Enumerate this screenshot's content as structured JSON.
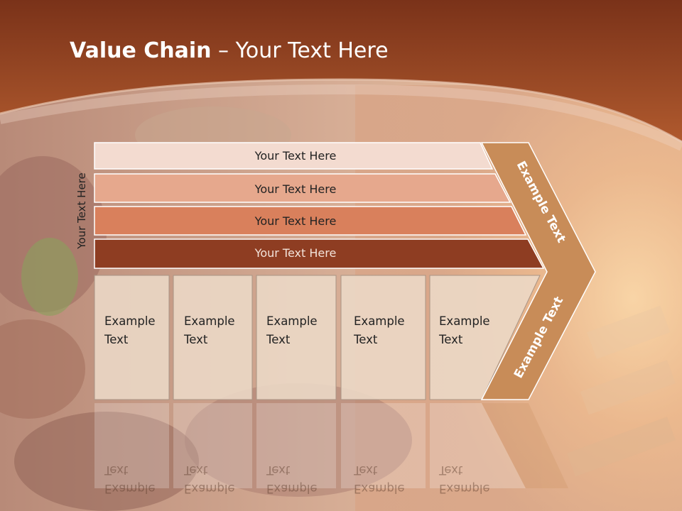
{
  "title": {
    "bold": "Value Chain",
    "rest": " – Your Text Here"
  },
  "side_label": "Your Text Here",
  "bars": [
    {
      "label": "Your Text Here",
      "fill": "#f3dbd0",
      "text_color": "#222222"
    },
    {
      "label": "Your Text Here",
      "fill": "#e6a88d",
      "text_color": "#222222"
    },
    {
      "label": "Your Text Here",
      "fill": "#d9805c",
      "text_color": "#222222"
    },
    {
      "label": "Your Text Here",
      "fill": "#8e3d22",
      "text_color": "#f3e3da"
    }
  ],
  "cards": [
    {
      "line1": "Example",
      "line2": "Text"
    },
    {
      "line1": "Example",
      "line2": "Text"
    },
    {
      "line1": "Example",
      "line2": "Text"
    },
    {
      "line1": "Example",
      "line2": "Text"
    },
    {
      "line1": "Example",
      "line2": "Text"
    }
  ],
  "chevron": {
    "upper": "Example Text",
    "lower": "Example Text",
    "fill": "#c88c58"
  },
  "colors": {
    "header": "#9c4422",
    "card_fill": "#ecd9c7",
    "card_stroke": "#a99484"
  }
}
